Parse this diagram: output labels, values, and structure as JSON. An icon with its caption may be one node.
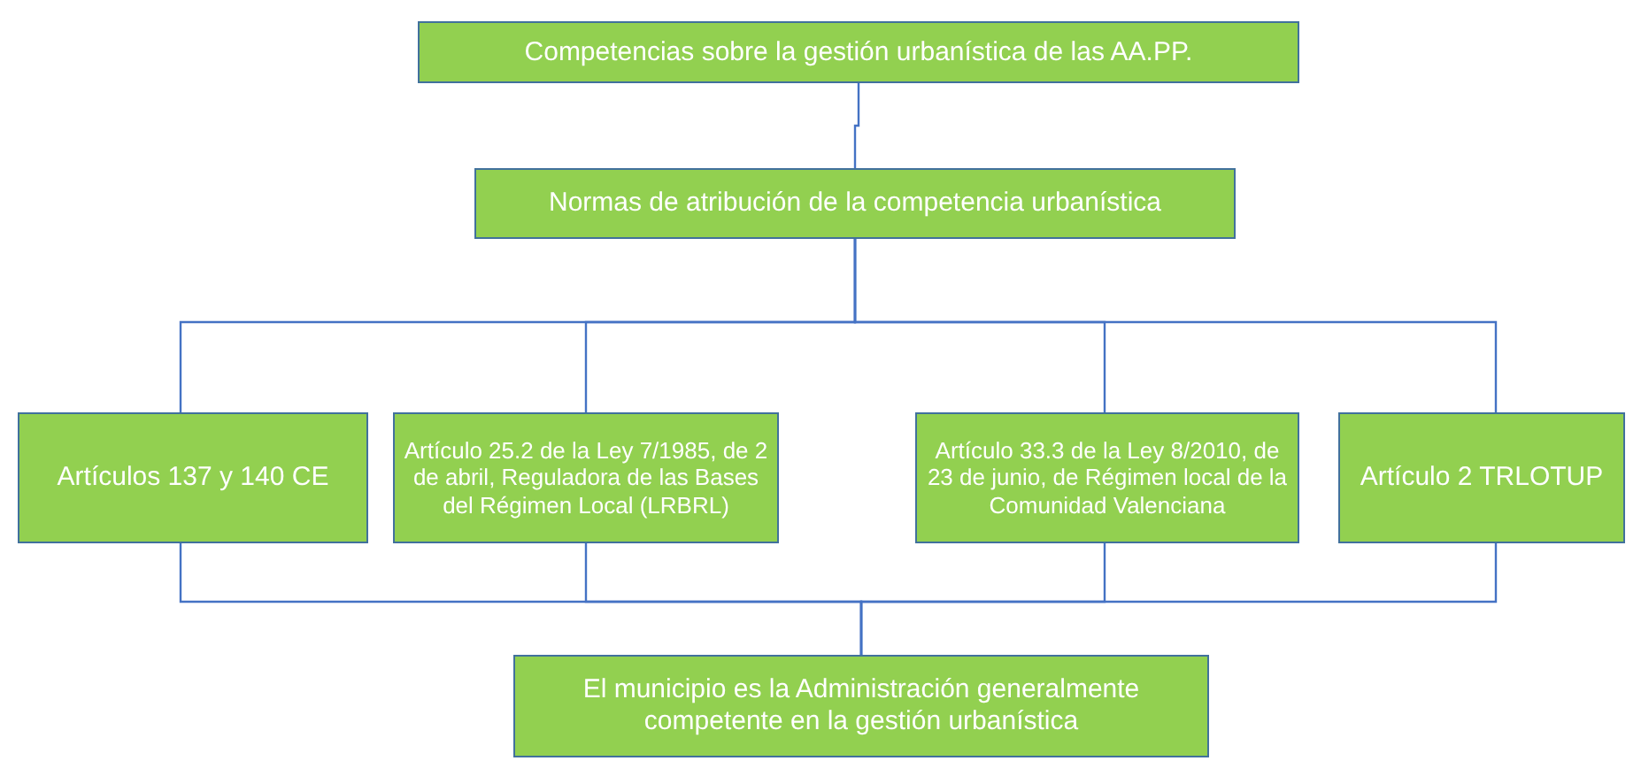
{
  "diagram": {
    "nodes": [
      {
        "text": [
          "Competencias sobre la gestión urbanística de las AA.PP."
        ]
      },
      {
        "text": [
          "Normas de atribución de la competencia urbanística"
        ]
      },
      {
        "text": [
          "Artículos 137 y 140 CE"
        ]
      },
      {
        "text": [
          "Artículo 25.2 de la Ley 7/1985, de 2 de abril, Reguladora de las Bases del Régimen Local (LRBRL)"
        ]
      },
      {
        "text": [
          "Artículo 33.3 de la Ley 8/2010, de 23 de junio, de Régimen local de la Comunidad Valenciana"
        ]
      },
      {
        "text": [
          "Artículo 2 TRLOTUP"
        ]
      },
      {
        "text": [
          "El municipio es la Administración generalmente competente en la gestión urbanística"
        ]
      }
    ],
    "edges": [
      {
        "from": 0,
        "to": 1,
        "arrow": "none"
      },
      {
        "from": 1,
        "to": 2,
        "arrow": "none"
      },
      {
        "from": 1,
        "to": 3,
        "arrow": "none"
      },
      {
        "from": 1,
        "to": 4,
        "arrow": "none"
      },
      {
        "from": 1,
        "to": 5,
        "arrow": "none"
      },
      {
        "from": 2,
        "to": 6,
        "arrow": "none"
      },
      {
        "from": 3,
        "to": 6,
        "arrow": "none"
      },
      {
        "from": 4,
        "to": 6,
        "arrow": "none"
      },
      {
        "from": 5,
        "to": 6,
        "arrow": "none"
      }
    ]
  }
}
